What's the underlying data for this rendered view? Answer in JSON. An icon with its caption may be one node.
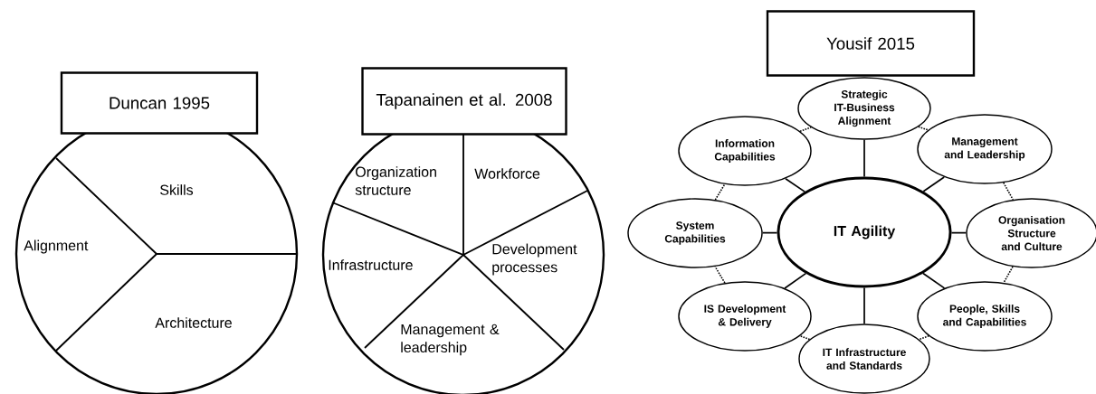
{
  "diagram": {
    "nodes": [
      {
        "text": [
          "Duncan 1995"
        ]
      },
      {
        "text": [
          "Skills",
          "Alignment",
          "Architecture"
        ]
      },
      {
        "text": [
          "Tapanainen et al. 2008"
        ]
      },
      {
        "text": [
          "Organization structure",
          "Workforce",
          "Infrastructure",
          "Development processes",
          "Management & leadership"
        ]
      },
      {
        "text": [
          "Yousif 2015"
        ]
      },
      {
        "text": [
          "IT Agility"
        ]
      },
      {
        "text": [
          "Strategic IT-Business Alignment"
        ]
      },
      {
        "text": [
          "Management and Leadership"
        ]
      },
      {
        "text": [
          "Organisation Structure and Culture"
        ]
      },
      {
        "text": [
          "People, Skills and Capabilities"
        ]
      },
      {
        "text": [
          "IT Infrastructure and Standards"
        ]
      },
      {
        "text": [
          "IS Development & Delivery"
        ]
      },
      {
        "text": [
          "System Capabilities"
        ]
      },
      {
        "text": [
          "Information Capabilities"
        ]
      }
    ],
    "edges": [
      {
        "from": 5,
        "to": 6,
        "arrow": "none"
      },
      {
        "from": 5,
        "to": 7,
        "arrow": "none"
      },
      {
        "from": 5,
        "to": 8,
        "arrow": "none"
      },
      {
        "from": 5,
        "to": 9,
        "arrow": "none"
      },
      {
        "from": 5,
        "to": 10,
        "arrow": "none"
      },
      {
        "from": 5,
        "to": 11,
        "arrow": "none"
      },
      {
        "from": 5,
        "to": 12,
        "arrow": "none"
      },
      {
        "from": 5,
        "to": 13,
        "arrow": "none"
      },
      {
        "from": 6,
        "to": 7,
        "arrow": "none",
        "style": "dashed"
      },
      {
        "from": 7,
        "to": 8,
        "arrow": "none",
        "style": "dashed"
      },
      {
        "from": 8,
        "to": 9,
        "arrow": "none",
        "style": "dashed"
      },
      {
        "from": 9,
        "to": 10,
        "arrow": "none",
        "style": "dashed"
      },
      {
        "from": 10,
        "to": 11,
        "arrow": "none",
        "style": "dashed"
      },
      {
        "from": 11,
        "to": 12,
        "arrow": "none",
        "style": "dashed"
      },
      {
        "from": 12,
        "to": 13,
        "arrow": "none",
        "style": "dashed"
      },
      {
        "from": 13,
        "to": 6,
        "arrow": "none",
        "style": "dashed"
      }
    ]
  }
}
